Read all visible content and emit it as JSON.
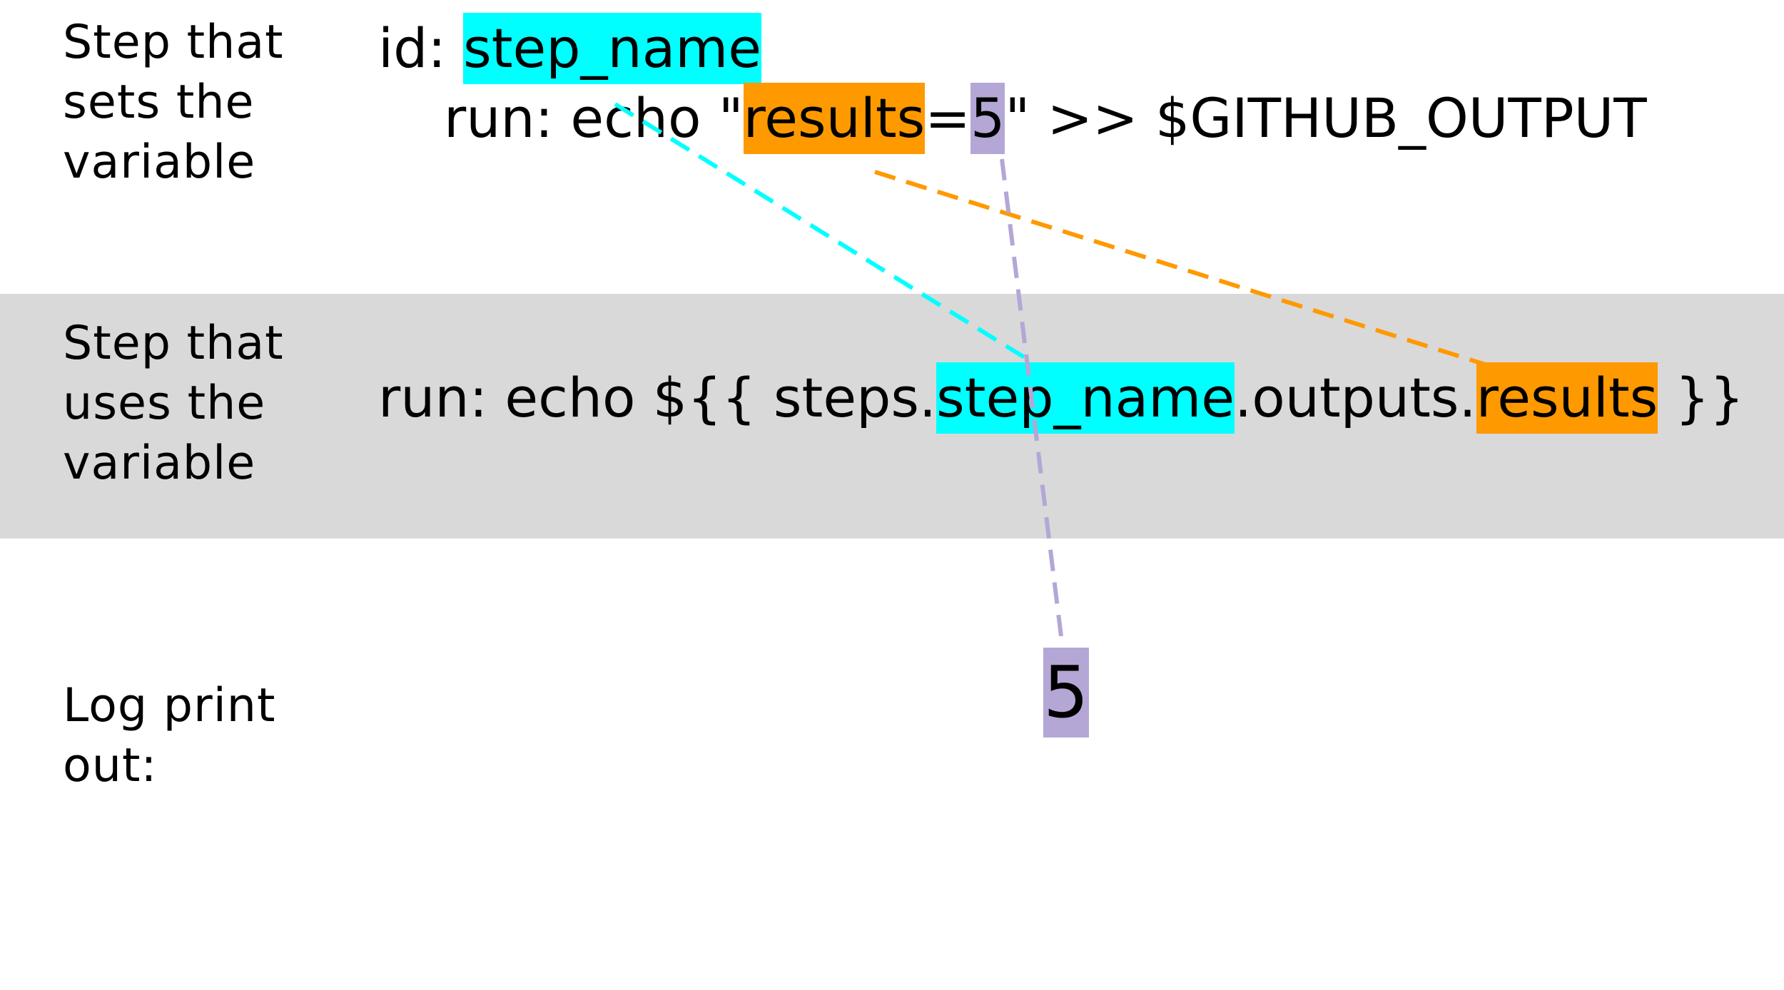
{
  "labels": {
    "sets": [
      "Step that",
      "sets the",
      "variable"
    ],
    "uses": [
      "Step that",
      "uses the",
      "variable"
    ],
    "log": [
      "Log print",
      "out:"
    ]
  },
  "set_step": {
    "id_prefix": "id: ",
    "step_name": "step_name",
    "run_prefix": "run: echo \"",
    "var_name": "results",
    "equals": "=",
    "value": "5",
    "run_suffix": "\" >> $GITHUB_OUTPUT"
  },
  "use_step": {
    "prefix": "run: echo ${{ steps.",
    "step_name": "step_name",
    "middle": ".outputs.",
    "var_name": "results",
    "suffix": " }}"
  },
  "log_output": {
    "value": "5"
  },
  "colors": {
    "step_name_highlight": "#00ffff",
    "var_name_highlight": "#ff9900",
    "value_highlight": "#b4a7d6",
    "middle_band": "#d9d9d9"
  }
}
